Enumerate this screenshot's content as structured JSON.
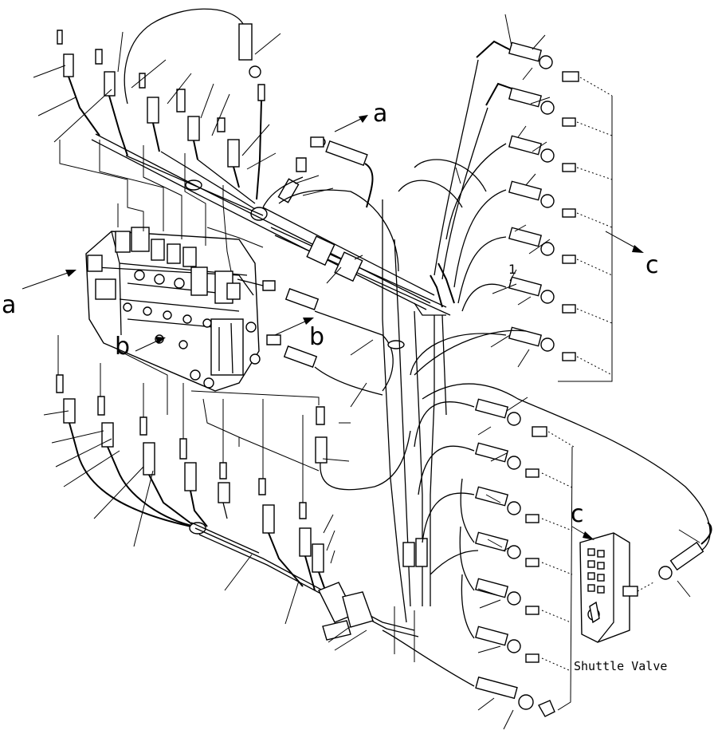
{
  "diagram": {
    "labels": {
      "a_right": "a",
      "a_left": "a",
      "b_right": "b",
      "b_left": "b",
      "c_right": "c",
      "c_valve": "c",
      "part_number": "1"
    },
    "shuttle_valve_label": "Shuttle Valve"
  }
}
